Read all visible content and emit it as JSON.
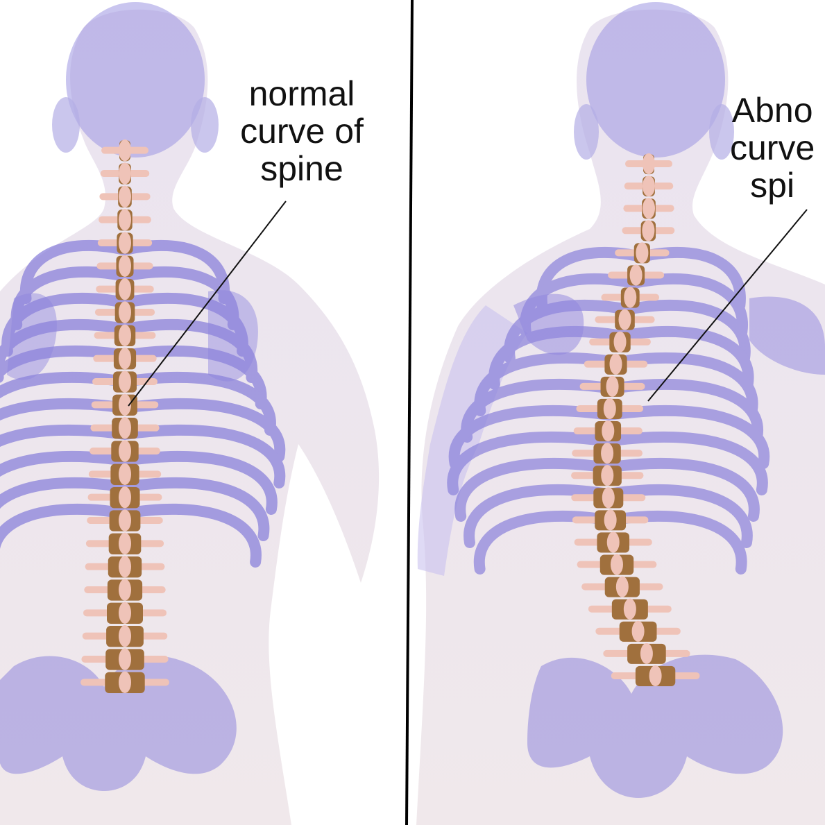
{
  "panels": [
    {
      "side": "left",
      "label_lines": [
        "normal",
        "curve of",
        "spine"
      ],
      "spine_shape": "straight"
    },
    {
      "side": "right",
      "label_lines": [
        "Abno",
        "curve",
        "spi"
      ],
      "spine_shape": "curved"
    }
  ],
  "colors": {
    "background": "#ffffff",
    "body": "#ece4ee",
    "skeleton": "#8f86dd",
    "vertebra": "#efc3b8",
    "vertebra_shadow": "#a0703d",
    "divider": "#000000",
    "text": "#111111"
  }
}
